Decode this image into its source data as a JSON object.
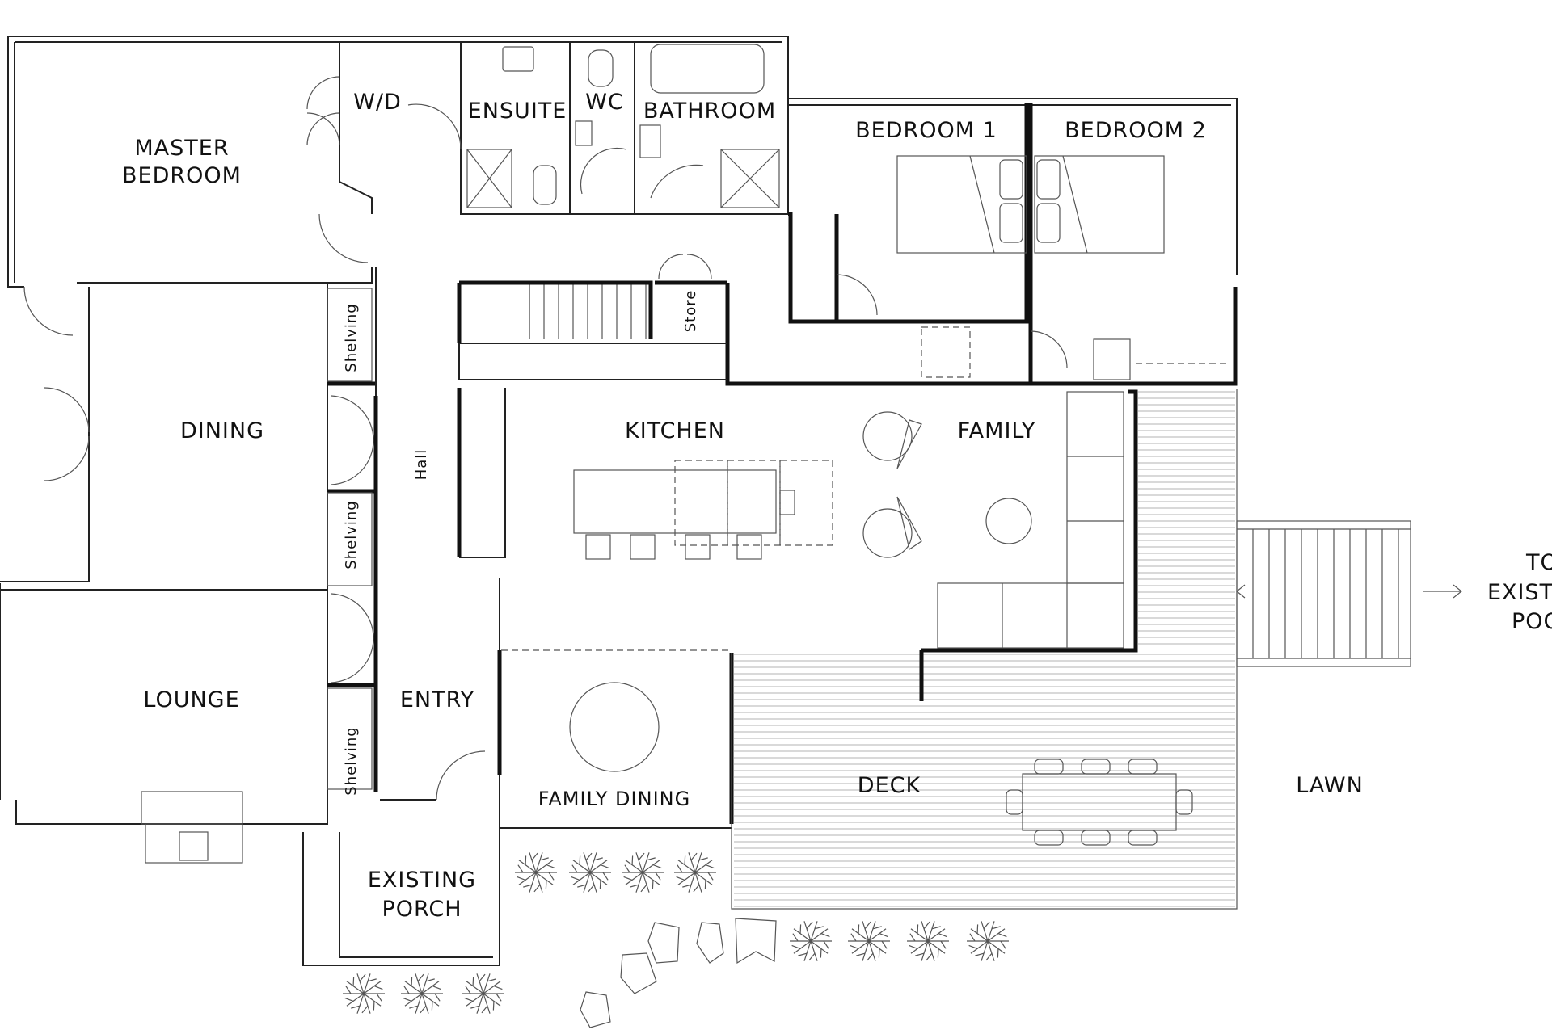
{
  "rooms": {
    "master_bedroom": [
      "MASTER",
      "BEDROOM"
    ],
    "wd": "W/D",
    "ensuite": "ENSUITE",
    "wc": "WC",
    "bathroom": "BATHROOM",
    "bedroom1": "BEDROOM 1",
    "bedroom2": "BEDROOM 2",
    "dining": "DINING",
    "kitchen": "KITCHEN",
    "family": "FAMILY",
    "hall": "Hall",
    "store": "Store",
    "shelving": "Shelving",
    "lounge": "LOUNGE",
    "entry": "ENTRY",
    "family_dining": "FAMILY DINING",
    "deck": "DECK",
    "lawn": "LAWN",
    "existing_porch": [
      "EXISTING",
      "PORCH"
    ],
    "to_pool": [
      "TO",
      "EXIST",
      "POO"
    ]
  },
  "colors": {
    "line": "#222222",
    "background": "#ffffff"
  }
}
